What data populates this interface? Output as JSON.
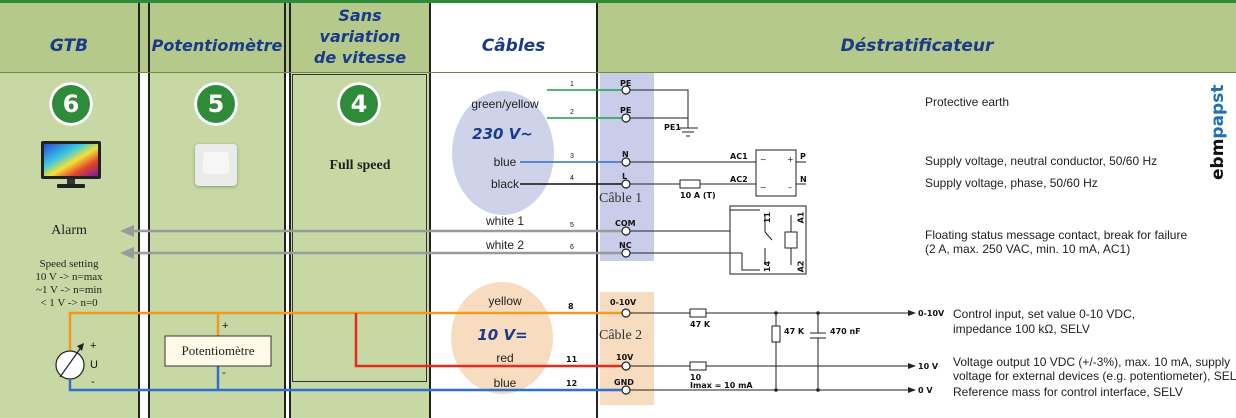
{
  "columns": {
    "gtb": "GTB",
    "potentiometre": "Potentiomètre",
    "sans_line1": "Sans",
    "sans_line2": "variation",
    "sans_line3": "de vitesse",
    "cables": "Câbles",
    "destrat": "Déstratificateur"
  },
  "badges": {
    "gtb": "6",
    "pot": "5",
    "sans": "4"
  },
  "sans": {
    "full_speed": "Full speed"
  },
  "gtb": {
    "alarm": "Alarm",
    "speed_title": "Speed setting",
    "speed_1": "10 V -> n=max",
    "speed_2": "~1 V -> n=min",
    "speed_3": "< 1 V -> n=0",
    "meter_plus": "+",
    "meter_u": "U",
    "meter_minus": "-"
  },
  "pot": {
    "box_label": "Potentiomètre",
    "plus": "+",
    "minus": "-"
  },
  "cables": {
    "voltage_230": "230 V~",
    "voltage_10": "10 V=",
    "cable1": "Câble 1",
    "cable2": "Câble 2",
    "wires1": [
      "green/yellow",
      "blue",
      "black",
      "white 1",
      "white 2"
    ],
    "wires2": [
      "yellow",
      "red",
      "blue"
    ],
    "nums1": [
      "1",
      "2",
      "3",
      "4",
      "5",
      "6"
    ],
    "nums2": [
      "8",
      "11",
      "12"
    ]
  },
  "terminals": {
    "pe1": "PE",
    "pe2": "PE",
    "n": "N",
    "l": "L",
    "com": "COM",
    "nc": "NC",
    "ctrl": "0-10V",
    "v10": "10V",
    "gnd": "GND"
  },
  "schematic": {
    "pe1": "PE1",
    "ac1": "AC1",
    "ac2": "AC2",
    "p": "P",
    "n": "N",
    "fuse": "10 A (T)",
    "r1": "47 K",
    "r2": "47 K",
    "cap": "470 nF",
    "r3": "10",
    "imax": "Imax = 10 mA",
    "k11": "11",
    "k14": "14",
    "a1": "A1",
    "a2": "A2",
    "out_ctrl": "0-10V",
    "out_10v": "10 V",
    "out_0v": "0 V"
  },
  "descriptions": {
    "pe": "Protective earth",
    "neutral": "Supply voltage, neutral conductor, 50/60 Hz",
    "phase": "Supply voltage, phase, 50/60 Hz",
    "status_1": "Floating status message contact, break for failure",
    "status_2": "(2 A, max. 250 VAC, min. 10 mA, AC1)",
    "ctrl_1": "Control input, set value 0-10 VDC,",
    "ctrl_2": "impedance 100 kΩ, SELV",
    "vout_1": "Voltage output 10 VDC (+/-3%), max. 10 mA, supply",
    "vout_2": "voltage for external devices (e.g. potentiometer), SELV",
    "ref": "Reference mass for control interface, SELV"
  },
  "brand": {
    "ebm": "ebm",
    "papst": "papst"
  },
  "colors": {
    "header_green": "#b5c98a",
    "body_green": "#c8d8a4",
    "title_blue": "#1a3a8a",
    "badge_green": "#2e8b3a",
    "orange": "#f39a1e",
    "red": "#e02d1f",
    "blue_wire": "#2f6fd0",
    "green_wire": "#1aa04a",
    "ellipse_lav": "#cfd3ea",
    "ellipse_peach": "#f7dcc0",
    "term_lav": "#c9cde9",
    "term_peach": "#f7dcc0",
    "brand_blue": "#1d6fb5"
  }
}
